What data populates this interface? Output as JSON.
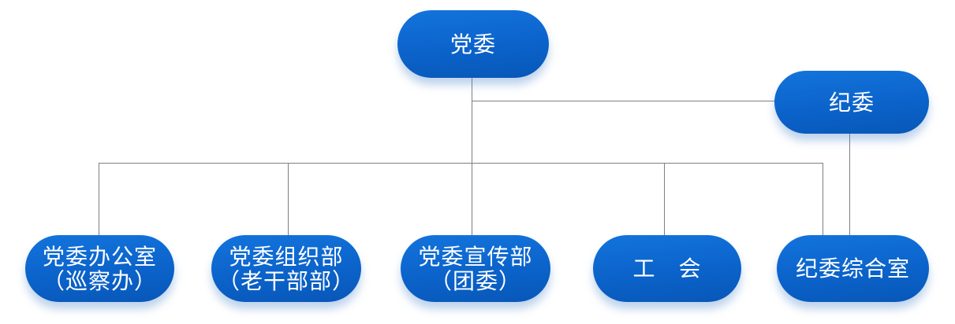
{
  "org_chart": {
    "type": "org-hierarchy-diagram",
    "colors": {
      "node_gradient_top": "#1374dc",
      "node_gradient_mid": "#0b63ca",
      "node_gradient_bottom": "#0857b8",
      "node_text": "#ffffff",
      "connector": "#7f7f7f",
      "background": "#ffffff",
      "node_shadow": "rgba(70,130,200,0.35)"
    },
    "nodes": {
      "dangwei": {
        "label": "党委"
      },
      "jiwei": {
        "label": "纪委"
      },
      "dangwei_office": {
        "line1": "党委办公室",
        "line2": "（巡察办）"
      },
      "org_dept": {
        "line1": "党委组织部",
        "line2": "（老干部部）"
      },
      "propaganda_dept": {
        "line1": "党委宣传部",
        "line2": "（团委）"
      },
      "labor_union": {
        "label": "工　会"
      },
      "jiwei_office": {
        "label": "纪委综合室"
      }
    },
    "edges": [
      {
        "from": "党委",
        "to": "纪委"
      },
      {
        "from": "党委",
        "to": "党委办公室（巡察办）"
      },
      {
        "from": "党委",
        "to": "党委组织部（老干部部）"
      },
      {
        "from": "党委",
        "to": "党委宣传部（团委）"
      },
      {
        "from": "党委",
        "to": "工会"
      },
      {
        "from": "党委",
        "to": "纪委综合室"
      },
      {
        "from": "纪委",
        "to": "纪委综合室"
      }
    ]
  }
}
